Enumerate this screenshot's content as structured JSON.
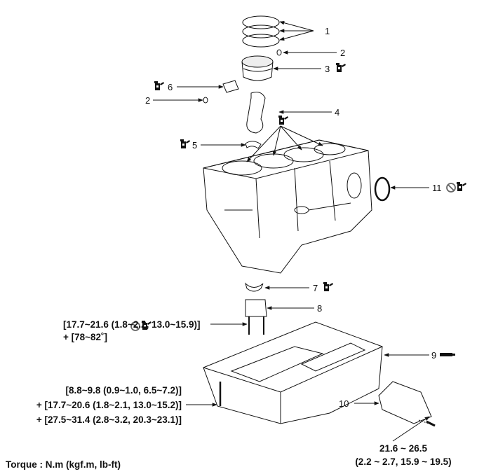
{
  "callouts": {
    "c1": "1",
    "c2a": "2",
    "c2b": "2",
    "c3": "3",
    "c4": "4",
    "c5": "5",
    "c6": "6",
    "c7": "7",
    "c8": "8",
    "c9": "9",
    "c10": "10",
    "c11": "11"
  },
  "torque_specs": {
    "bearing_cap_bolt": {
      "line1": "[17.7~21.6 (1.8~2.2, 13.0~15.9)]",
      "line2": "+ [78~82˚]"
    },
    "ladder_frame_bolt": {
      "line1": "[8.8~9.8 (0.9~1.0, 6.5~7.2)]",
      "line2": "+ [17.7~20.6 (1.8~2.1, 13.0~15.2)]",
      "line3": "+ [27.5~31.4 (2.8~3.2, 20.3~23.1)]"
    },
    "oil_screen_bolt": {
      "line1": "21.6 ~ 26.5",
      "line2": "(2.2 ~ 2.7, 15.9 ~ 19.5)"
    }
  },
  "torque_unit_label": "Torque : N.m (kgf.m, lb-ft)",
  "icons": [
    "engine-oil-can-icon",
    "do-not-reuse-icon",
    "sealant-tube-icon"
  ]
}
